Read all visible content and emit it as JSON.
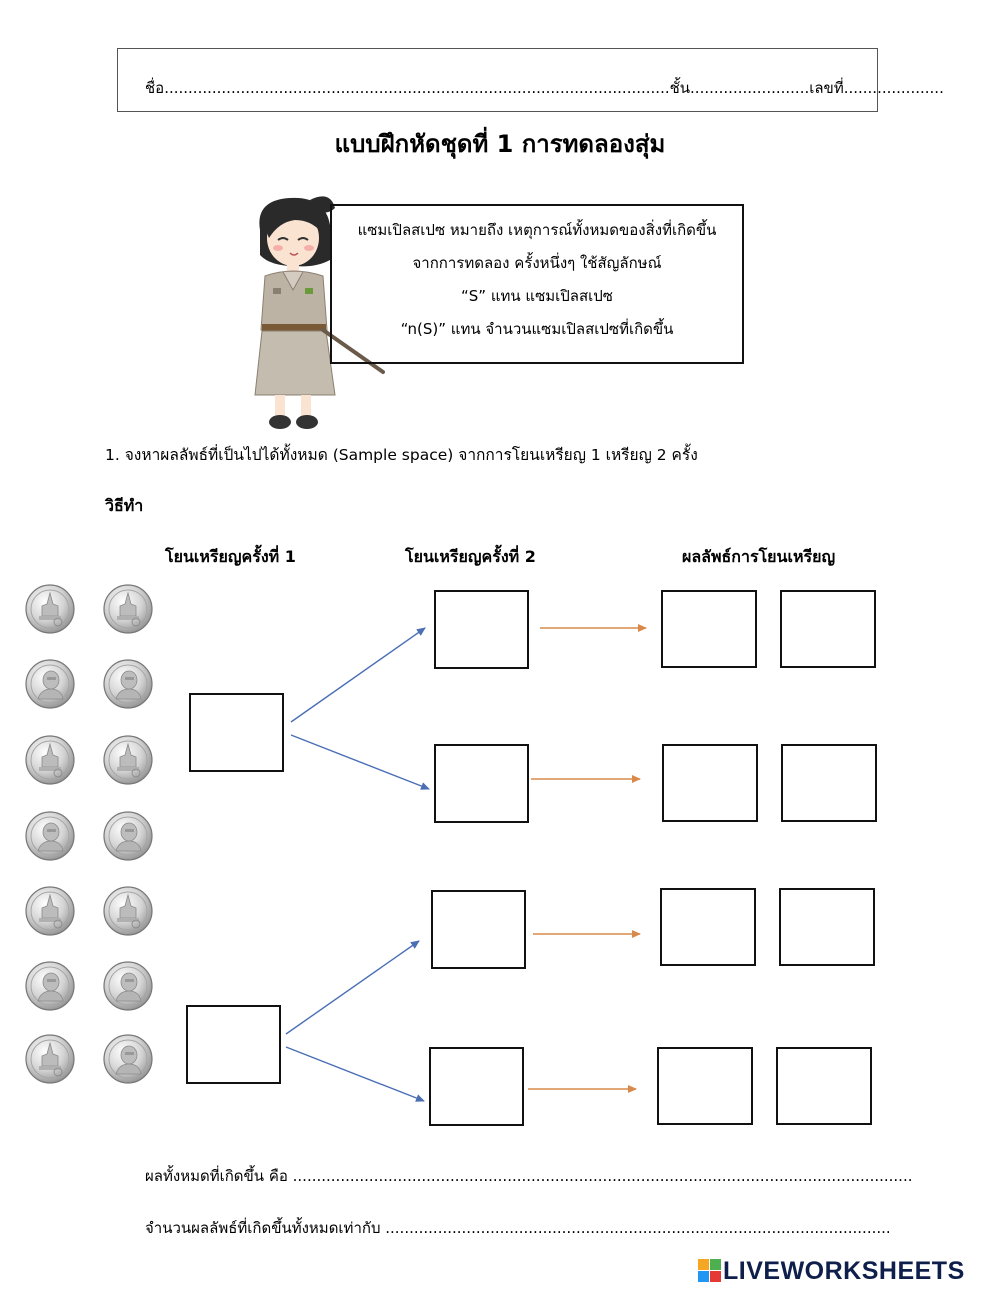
{
  "header": {
    "name_line": "ชื่อ..........................................................................................................ชั้น.........................เลขที่....................."
  },
  "title": "แบบฝึกหัดชุดที่ 1 การทดลองสุ่ม",
  "definition": {
    "line1": "แซมเปิลสเปซ หมายถึง เหตุการณ์ทั้งหมดของสิ่งที่เกิดขึ้น",
    "line2": "จากการทดลอง ครั้งหนึ่งๆ ใช้สัญลักษณ์",
    "line3": "“S” แทน แซมเปิลสเปซ",
    "line4": "“n(S)” แทน จำนวนแซมเปิลสเปซที่เกิดขึ้น"
  },
  "question": "1. จงหาผลลัพธ์ที่เป็นไปได้ทั้งหมด (Sample space) จากการโยนเหรียญ 1 เหรียญ 2 ครั้ง",
  "method_label": "วิธีทำ",
  "columns": {
    "first_toss": "โยนเหรียญครั้งที่ 1",
    "second_toss": "โยนเหรียญครั้งที่ 2",
    "result": "ผลลัพธ์การโยนเหรียญ"
  },
  "footer": {
    "all_results": "ผลทั้งหมดที่เกิดขึ้น คือ ..................................................................................................................................",
    "count_results": "จำนวนผลลัพธ์ที่เกิดขึ้นทั้งหมดเท่ากับ .........................................................................................................."
  },
  "coins": {
    "column1": [
      "temple",
      "king",
      "temple",
      "king",
      "temple",
      "king",
      "temple"
    ],
    "column2": [
      "temple",
      "king",
      "temple",
      "king",
      "temple",
      "king",
      "king"
    ]
  },
  "icons": {
    "coin_temple": "coin-temple-icon",
    "coin_king": "coin-king-icon",
    "teacher": "teacher-illustration",
    "logo": "liveworksheets-logo"
  },
  "colors": {
    "blue_arrow": "#4a6fb5",
    "orange_arrow": "#d98a4a",
    "logo_text": "#0f1f4b"
  },
  "logo_text": "LIVEWORKSHEETS"
}
